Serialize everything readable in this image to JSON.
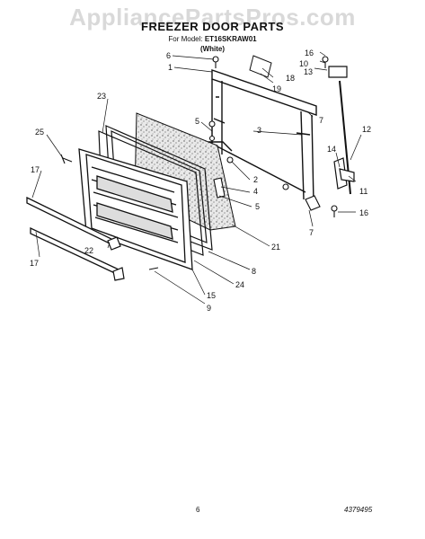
{
  "watermark": "AppliancePartsPros.com",
  "header": {
    "title": "FREEZER DOOR PARTS",
    "model_label": "For Model:",
    "model": "ET16SKRAW01",
    "color": "(White)"
  },
  "callouts": {
    "c1": "1",
    "c2": "2",
    "c3": "3",
    "c4": "4",
    "c5a": "5",
    "c5b": "5",
    "c6": "6",
    "c7a": "7",
    "c7b": "7",
    "c8": "8",
    "c9": "9",
    "c10": "10",
    "c11": "11",
    "c12": "12",
    "c13": "13",
    "c14": "14",
    "c15": "15",
    "c16a": "16",
    "c16b": "16",
    "c17a": "17",
    "c17b": "17",
    "c18": "18",
    "c19": "19",
    "c21": "21",
    "c22": "22",
    "c23": "23",
    "c24": "24",
    "c25": "25"
  },
  "footer": {
    "page_number": "6",
    "document_number": "4379495"
  }
}
